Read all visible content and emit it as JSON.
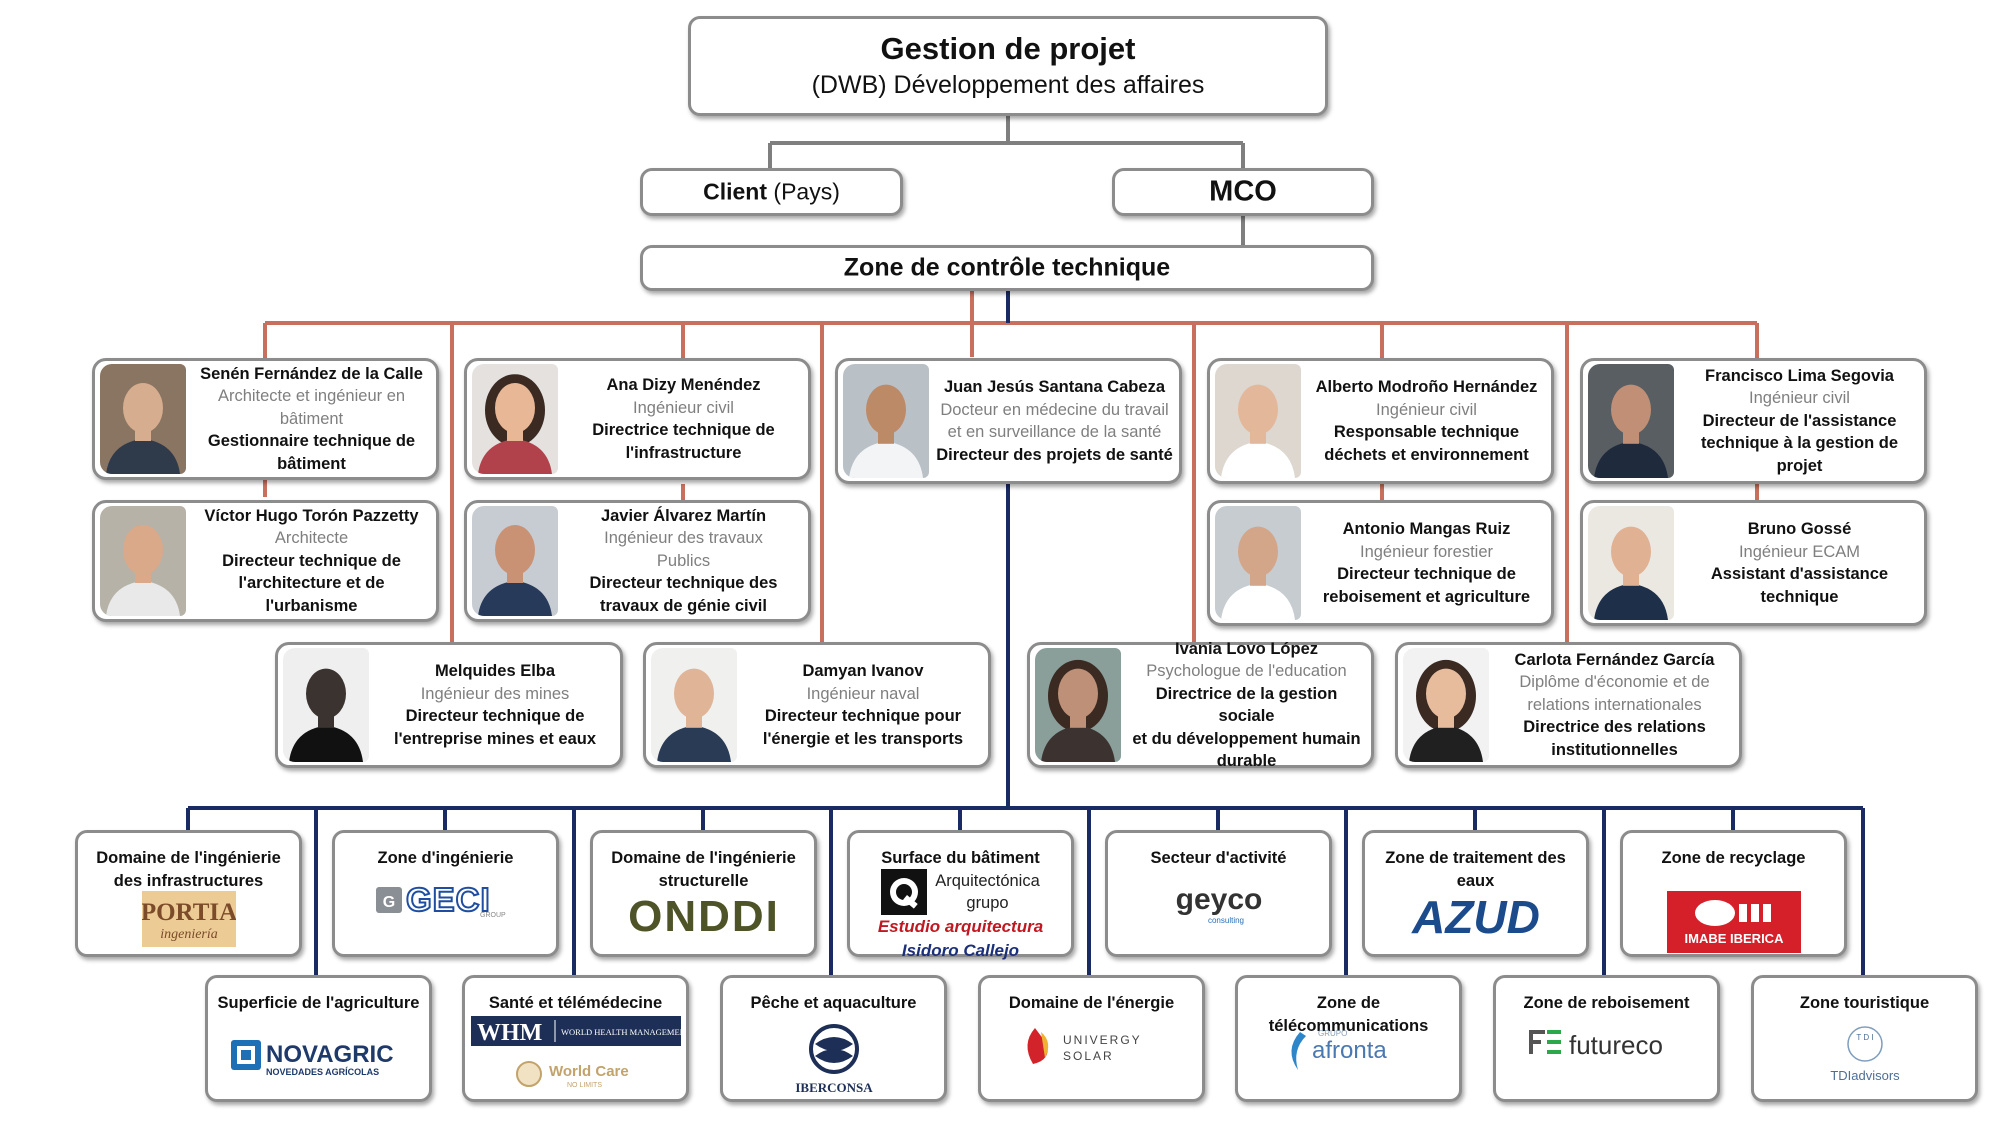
{
  "top": {
    "title": "Gestion de projet",
    "subtitle": "(DWB) Développement des affaires"
  },
  "client": {
    "bold": "Client",
    "normal": " (Pays)"
  },
  "mco": {
    "label": "MCO"
  },
  "zone": {
    "label": "Zone de contrôle technique"
  },
  "colors": {
    "red_line": "#c8705d",
    "navy_line": "#1a2a63",
    "box_border": "#8c8c8c"
  },
  "people": [
    {
      "name": "Senén Fernández de la Calle",
      "degree": [
        "Architecte et ingénieur en",
        "bâtiment"
      ],
      "role": [
        "Gestionnaire technique de",
        "bâtiment"
      ]
    },
    {
      "name": "Víctor Hugo Torón Pazzetty",
      "degree": [
        "Architecte"
      ],
      "role": [
        "Directeur technique de",
        "l'architecture et de",
        "l'urbanisme"
      ]
    },
    {
      "name": "Ana Dizy Menéndez",
      "degree": [
        "Ingénieur civil"
      ],
      "role": [
        "Directrice technique de",
        "l'infrastructure"
      ]
    },
    {
      "name": "Javier Álvarez Martín",
      "degree": [
        "Ingénieur des travaux",
        "Publics"
      ],
      "role": [
        "Directeur technique des",
        "travaux de génie civil"
      ]
    },
    {
      "name": "Juan Jesús Santana Cabeza",
      "degree": [
        "Docteur en médecine du travail",
        "et en surveillance de la santé"
      ],
      "role": [
        "Directeur des projets de santé"
      ]
    },
    {
      "name": "Alberto Modroño Hernández",
      "degree": [
        "Ingénieur civil"
      ],
      "role": [
        "Responsable technique",
        "déchets et environnement"
      ]
    },
    {
      "name": "Antonio Mangas Ruiz",
      "degree": [
        "Ingénieur forestier"
      ],
      "role": [
        "Directeur technique de",
        "reboisement et agriculture"
      ]
    },
    {
      "name": "Francisco Lima Segovia",
      "degree": [
        "Ingénieur civil"
      ],
      "role": [
        "Directeur de l'assistance",
        "technique à la gestion de",
        "projet"
      ]
    },
    {
      "name": "Bruno Gossé",
      "degree": [
        "Ingénieur ECAM"
      ],
      "role": [
        "Assistant d'assistance",
        "technique"
      ]
    },
    {
      "name": "Melquides Elba",
      "degree": [
        "Ingénieur des mines"
      ],
      "role": [
        "Directeur technique de",
        "l'entreprise mines et eaux"
      ]
    },
    {
      "name": "Damyan Ivanov",
      "degree": [
        "Ingénieur naval"
      ],
      "role": [
        "Directeur technique pour",
        "l'énergie et les transports"
      ]
    },
    {
      "name": "Ivania Lovo López",
      "degree": [
        "Psychologue de l'education"
      ],
      "role": [
        "Directrice de la gestion sociale",
        "et du développement humain",
        "durable"
      ]
    },
    {
      "name": "Carlota Fernández García",
      "degree": [
        "Diplôme d'économie et de",
        "relations internationales"
      ],
      "role": [
        "Directrice des relations",
        "institutionnelles"
      ]
    }
  ],
  "areas_top": [
    {
      "label": "Domaine de l'ingénierie des infrastructures",
      "logo_text": "PORTIA",
      "logo_sub": "ingeniería",
      "icon": "portia-logo"
    },
    {
      "label": "Zone d'ingénierie",
      "logo_text": "GECI",
      "logo_sub": "GROUP",
      "icon": "geci-logo"
    },
    {
      "label": "Domaine de l'ingénierie structurelle",
      "logo_text": "ONDDI",
      "icon": "onddi-logo"
    },
    {
      "label": "Surface du bâtiment",
      "logo_text": "Arquitectónica",
      "logo_text2": "grupo",
      "logo_sub": "Estudio arquitectura",
      "logo_sub2": "Isidoro Callejo",
      "icon": "q-logo"
    },
    {
      "label": "Secteur d'activité",
      "logo_text": "geyco",
      "logo_sub": "consulting",
      "icon": "geyco-logo"
    },
    {
      "label": "Zone de traitement des eaux",
      "logo_text": "AZUD",
      "icon": "azud-logo"
    },
    {
      "label": "Zone de recyclage",
      "logo_text": "IMABE IBERICA",
      "icon": "imabe-logo"
    }
  ],
  "areas_bottom": [
    {
      "label": "Superficie de l'agriculture",
      "logo_text": "NOVAGRIC",
      "logo_sub": "NOVEDADES AGRÍCOLAS",
      "icon": "novagric-logo"
    },
    {
      "label": "Santé et télémédecine",
      "logo_text": "WHM",
      "logo_sub": "WORLD HEALTH MANAGEMENT",
      "logo_text2": "World Care",
      "logo_sub2": "NO LIMITS",
      "icon": "whm-logo"
    },
    {
      "label": "Pêche et aquaculture",
      "logo_text": "IBERCONSA",
      "icon": "iberconsa-logo"
    },
    {
      "label": "Domaine de l'énergie",
      "logo_text": "UNIVERGY",
      "logo_sub": "SOLAR",
      "icon": "univergy-logo"
    },
    {
      "label": "Zone de télécommunications",
      "logo_text": "afronta",
      "logo_sub": "GRUPO",
      "icon": "afronta-logo"
    },
    {
      "label": "Zone de reboisement",
      "logo_text": "futureco",
      "icon": "futureco-logo"
    },
    {
      "label": "Zone touristique",
      "logo_text": "TDIadvisors",
      "icon": "tdi-logo"
    }
  ]
}
